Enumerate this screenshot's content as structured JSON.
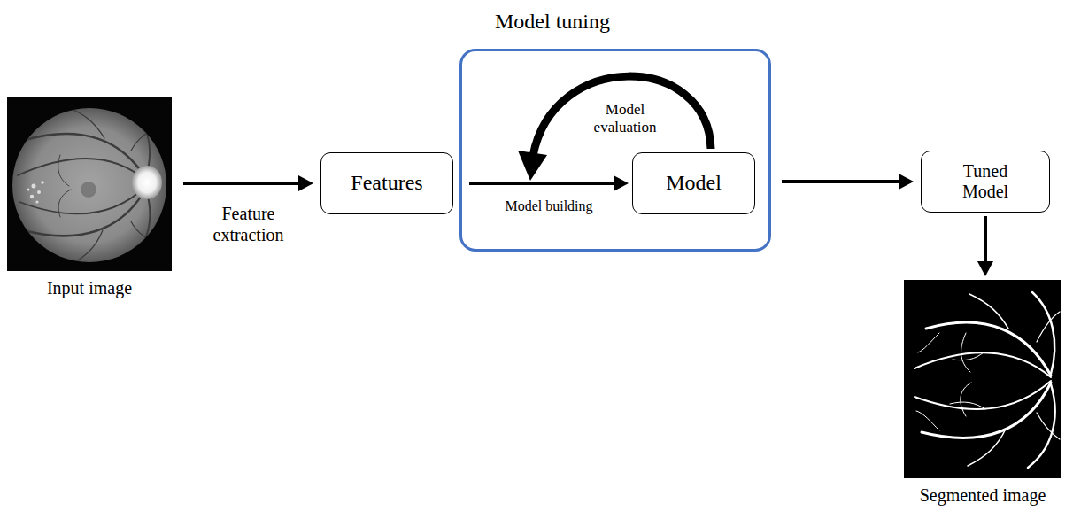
{
  "diagram": {
    "nodes": [
      {
        "text": [
          "Input image"
        ]
      },
      {
        "text": [
          "Features"
        ]
      },
      {
        "text": [
          "Model tuning"
        ]
      },
      {
        "text": [
          "Model"
        ],
        "in": 2
      },
      {
        "text": [
          "Tuned Model"
        ]
      },
      {
        "text": [
          "Segmented image"
        ]
      }
    ],
    "edges": [
      {
        "from": 0,
        "to": 1,
        "arrow": "to",
        "label": "Feature extraction"
      },
      {
        "from": 1,
        "to": 3,
        "arrow": "to",
        "label": "Model building"
      },
      {
        "from": 2,
        "to": 4,
        "arrow": "to"
      },
      {
        "from": 4,
        "to": 5,
        "arrow": "to"
      }
    ],
    "labels": [
      "Model evaluation"
    ]
  }
}
